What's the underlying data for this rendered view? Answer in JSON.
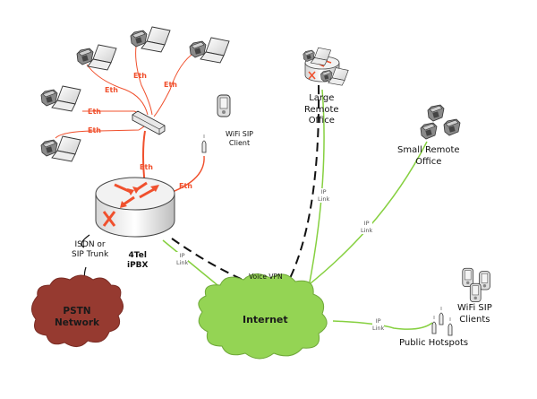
{
  "colors": {
    "eth_link": "#f0502d",
    "ip_link": "#86d040",
    "vpn_link": "#111111",
    "internet_cloud": "#94d454",
    "pstn_cloud": "#963a30",
    "device_gray": "#e2e2e2"
  },
  "nodes": {
    "pbx": {
      "label_line1": "4Tel",
      "label_line2": "iPBX",
      "icon": "router-icon"
    },
    "switch": {
      "icon": "ethernet-switch-icon"
    },
    "wifi_client": {
      "label_line1": "WiFi SIP",
      "label_line2": "Client",
      "icon": "pda-icon"
    },
    "large_office": {
      "label_line1": "Large",
      "label_line2": "Remote",
      "label_line3": "Office",
      "icon": "router-with-workstations-icon"
    },
    "small_office": {
      "label_line1": "Small Remote",
      "label_line2": "Office",
      "icon": "phones-icon"
    },
    "internet": {
      "label": "Internet",
      "icon": "cloud-icon"
    },
    "pstn": {
      "label_line1": "PSTN",
      "label_line2": "Network",
      "icon": "cloud-icon"
    },
    "hotspots": {
      "label": "Public Hotspots",
      "icon": "access-point-icon"
    },
    "wifi_clients": {
      "label_line1": "WiFi SIP",
      "label_line2": "Clients",
      "icon": "pda-icon"
    },
    "workstations": {
      "count": 5,
      "icon": "phone-laptop-icon"
    }
  },
  "links": {
    "eth_label": "Eth",
    "ip_label_line1": "IP",
    "ip_label_line2": "Link",
    "trunk_label_line1": "ISDN or",
    "trunk_label_line2": "SIP Trunk",
    "vpn_label": "Voice VPN"
  }
}
